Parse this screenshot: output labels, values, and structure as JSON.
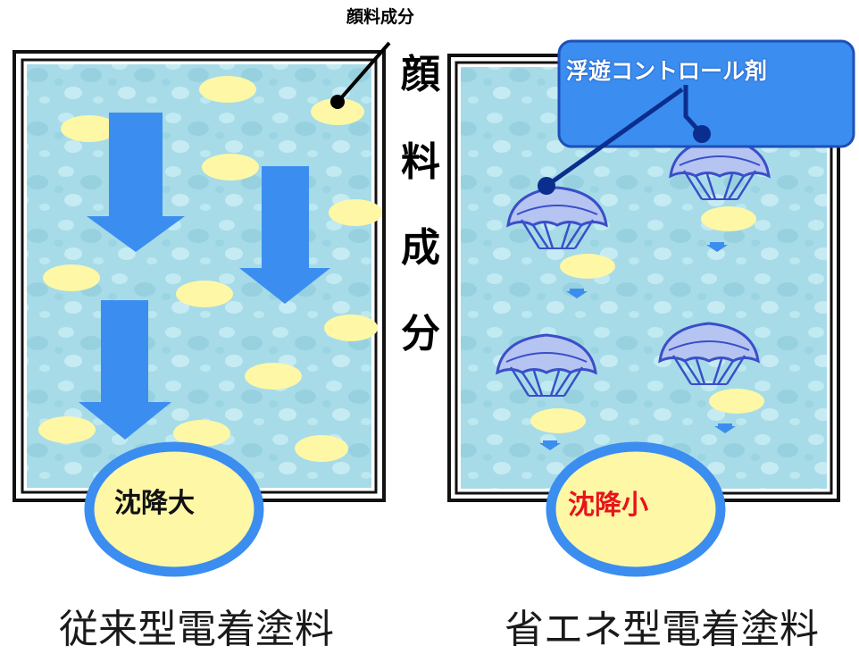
{
  "labels": {
    "pigment_callout": "顔料成分",
    "vertical_label": [
      "顔",
      "料",
      "成",
      "分"
    ],
    "control_agent_callout": "浮遊コントロール剤",
    "left_settling": "沈降大",
    "right_settling": "沈降小",
    "left_caption": "従来型電着塗料",
    "right_caption": "省エネ型電着塗料"
  },
  "colors": {
    "water": "#a9dbe7",
    "pigment": "#fdf7a6",
    "arrow_blue": "#3b8df0",
    "callout_blue": "#3b8df0",
    "parachute": "#5a6fd6",
    "settling_red": "#e8141b"
  }
}
